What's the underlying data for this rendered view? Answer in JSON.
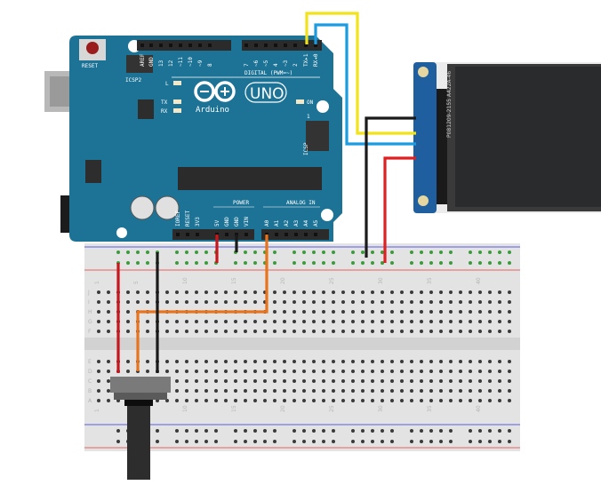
{
  "arduino": {
    "reset_label": "RESET",
    "icsp2_label": "ICSP2",
    "icsp_label": "ICSP",
    "led_l": "L",
    "led_tx": "TX",
    "led_rx": "RX",
    "led_on": "ON",
    "brand": "Arduino",
    "model": "UNO",
    "digital_label": "DIGITAL (PWM=~)",
    "power_label": "POWER",
    "analog_label": "ANALOG IN",
    "top_pins": [
      "AREF",
      "GND",
      "13",
      "12",
      "~11",
      "~10",
      "~9",
      "8",
      "7",
      "~6",
      "~5",
      "4",
      "~3",
      "2",
      "TX▸1",
      "RX◂0"
    ],
    "power_pins": [
      "IOREF",
      "RESET",
      "3V3",
      "5V",
      "GND",
      "GND",
      "VIN"
    ],
    "analog_pins": [
      "A0",
      "A1",
      "A2",
      "A3",
      "A4",
      "A5"
    ],
    "icsp_pin1": "1",
    "colors": {
      "board": "#1d7396",
      "text": "#ffffff"
    }
  },
  "display": {
    "silkscreen": "P081209-2155 A422A-46",
    "colors": {
      "pcb": "#1f5fa0",
      "screen": "#2a2b2d"
    }
  },
  "breadboard": {
    "row_letters_top": [
      "J",
      "I",
      "H",
      "G",
      "F"
    ],
    "row_letters_bottom": [
      "E",
      "D",
      "C",
      "B",
      "A"
    ],
    "column_numbers": [
      "1",
      "5",
      "10",
      "15",
      "20",
      "25",
      "30",
      "35",
      "40"
    ]
  },
  "wires": [
    {
      "id": "tx-to-display",
      "color": "#f2e21a"
    },
    {
      "id": "rx-to-display",
      "color": "#1c9ce0"
    },
    {
      "id": "gnd-to-display",
      "color": "#1a1a1a"
    },
    {
      "id": "vcc-to-display",
      "color": "#e02020"
    },
    {
      "id": "arduino-5v-to-rail",
      "color": "#c8161d"
    },
    {
      "id": "arduino-gnd-to-rail",
      "color": "#1a1a1a"
    },
    {
      "id": "a0-to-pot-wiper",
      "color": "#e8731c"
    },
    {
      "id": "rail-5v-to-pot",
      "color": "#c8161d"
    },
    {
      "id": "rail-gnd-to-pot",
      "color": "#1a1a1a"
    }
  ]
}
